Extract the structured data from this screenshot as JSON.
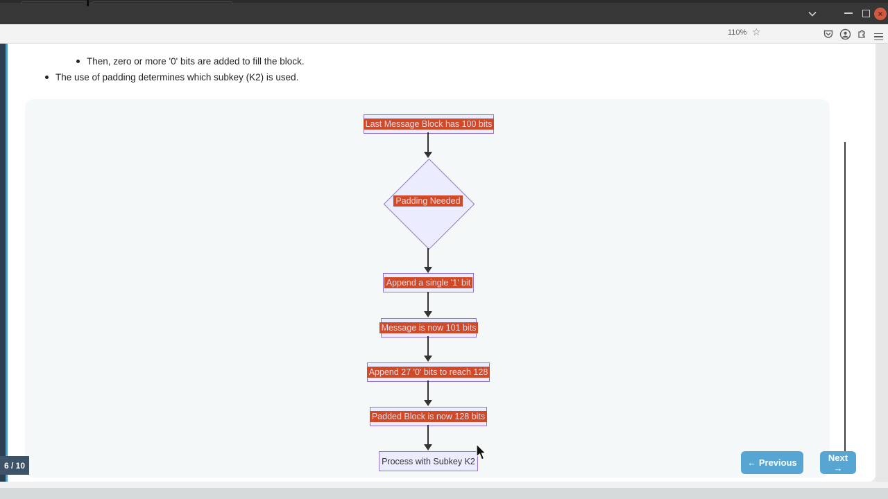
{
  "browser": {
    "titlebar": {
      "minimize_label": "minimize",
      "maximize_label": "maximize",
      "close_label": "×"
    },
    "toolbar": {
      "zoom_level": "110%",
      "star_icon": "☆"
    }
  },
  "content": {
    "bullets": [
      "Then, zero or more '0' bits are added to fill the block.",
      "The use of padding determines which subkey (K2) is used."
    ],
    "pagination": "6 / 10",
    "nav": {
      "previous": "← Previous",
      "next": "Next →"
    }
  },
  "flowchart": {
    "type": "flowchart-top-down",
    "nodes": [
      {
        "id": "A",
        "label": "Last Message Block has 100 bits",
        "shape": "rect",
        "highlighted": true
      },
      {
        "id": "B",
        "label": "Padding Needed",
        "shape": "diamond",
        "highlighted": true
      },
      {
        "id": "C",
        "label": "Append a single '1' bit",
        "shape": "rect",
        "highlighted": true
      },
      {
        "id": "D",
        "label": "Message is now 101 bits",
        "shape": "rect",
        "highlighted": true
      },
      {
        "id": "E",
        "label": "Append 27 '0' bits to reach 128",
        "shape": "rect",
        "highlighted": true
      },
      {
        "id": "F",
        "label": "Padded Block is now 128 bits",
        "shape": "rect",
        "highlighted": true
      },
      {
        "id": "G",
        "label": "Process with Subkey K2",
        "shape": "rect",
        "highlighted": false
      }
    ],
    "edges": [
      [
        "A",
        "B"
      ],
      [
        "B",
        "C"
      ],
      [
        "C",
        "D"
      ],
      [
        "D",
        "E"
      ],
      [
        "E",
        "F"
      ],
      [
        "F",
        "G"
      ]
    ]
  },
  "colors": {
    "node_fill": "#ECECFF",
    "node_border": "#9370DB",
    "selection_highlight": "#D14A28",
    "selection_text": "#E9D9E3",
    "arrow": "#333333",
    "nav_button": "#57A5D3",
    "page_badge": "#3E5367",
    "sidebar_dark": "#2C3E50",
    "sidebar_teal": "#4F9FC8",
    "titlebar": "#373737",
    "close_button": "#CF5A3F"
  }
}
